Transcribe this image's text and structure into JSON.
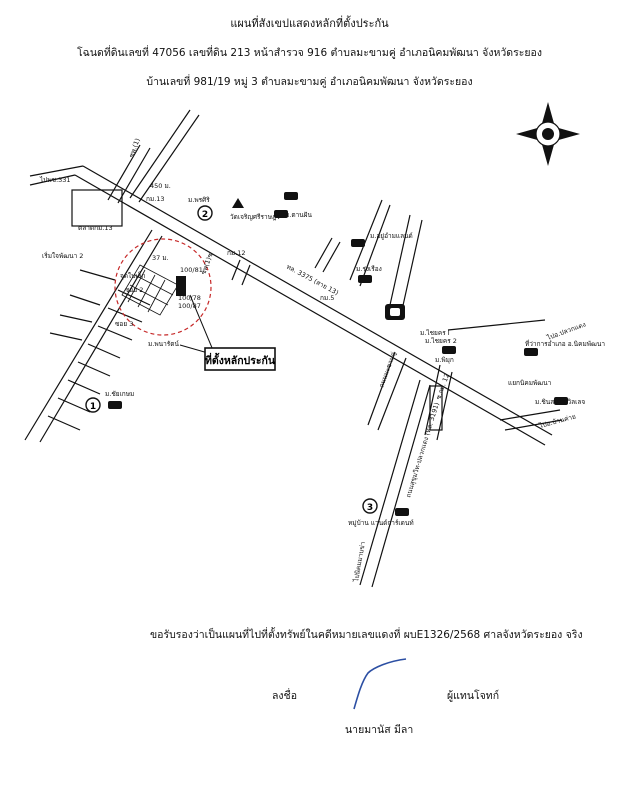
{
  "header": {
    "title": "แผนที่สังเขปแสดงหลักที่ตั้งประกัน",
    "line1": "โฉนดที่ดินเลขที่ 47056  เลขที่ดิน  213  หน้าสำรวจ  916  ตำบลมะขามคู่   อำเภอนิคมพัฒนา  จังหวัดระยอง",
    "line2": "บ้านเลขที่  981/19  หมู่ 3  ตำบลมะขามคู่   อำเภอนิคมพัฒนา   จังหวัดระยอง"
  },
  "map": {
    "labels": {
      "to_pattaya": "ไปพช.331",
      "road_north": "ซพ.(1)",
      "dist_450": "450 ม.",
      "km13_top": "กม.13",
      "m_prasiri": "ม.พรศิริ",
      "circle2": "2",
      "wat": "วัดเจริญศรีราษฎร์",
      "m_tarnfun": "ม.ตานฝัน",
      "market": "ตลาดกม.13",
      "km12": "กม.12",
      "rermfun": "เริ่มใจพัฒนา 2",
      "dist_37": "37 ม.",
      "n100_81": "100/81",
      "landmark": "จุดใบเล็ก",
      "soi2": "ซอย 2",
      "n100_78": "100/78",
      "n100_87": "100/87",
      "soi3": "ซอย 3",
      "road_mid": "ซพ(1)ซ",
      "highway": "ทล. 3375 (สาย 13)",
      "km5": "กม.5",
      "m_kamhang": "ม.อยู่อำมแลนด์",
      "m_rungrueng": "ม.รุ่งเรือง",
      "m_panrat": "ม.พนารัตน์",
      "location_box": "ที่ตั้งหลักประกัน",
      "m_chokchai": "ม.ชัยเกษม",
      "circle1": "1",
      "m_chaiyakorn1": "ม.ไชยคร I",
      "m_chaiyakorn2": "ม.ไชยคร 2",
      "m_phimuk": "ม.พิมุก",
      "to_pluak": "ไปอ.ปลวกแดง",
      "office": "ที่ว่าการอำเภอ อ.นิคมพัฒนา",
      "school": "แยกนิคมพัฒนา",
      "m_phoenix": "ม.ชินสมใจ วิลเลจ",
      "sub_road": "ถนนมะขามคู่",
      "km12b": "ซ.กม. 12",
      "big_road": "ถนนสุขุมวิท-ปลวกแดง (ทล. 3191)",
      "to_bankhai": "ไปอ.บ้านค่าย",
      "circle3": "3",
      "village": "หมู่บ้าน แวนด์การ์เดนท์",
      "to_bottom": "ไปนิคมมาบข่า"
    }
  },
  "certification": "ขอรับรองว่าเป็นแผนที่ไปที่ตั้งทรัพย์ในคดีหมายเลขแดงที่  ผบE1326/2568 ศาลจังหวัดระยอง จริง",
  "signature": {
    "left_label": "ลงชื่อ",
    "right_label": "ผู้แทนโจทก์",
    "name": "นายมานัส   มีลา"
  }
}
